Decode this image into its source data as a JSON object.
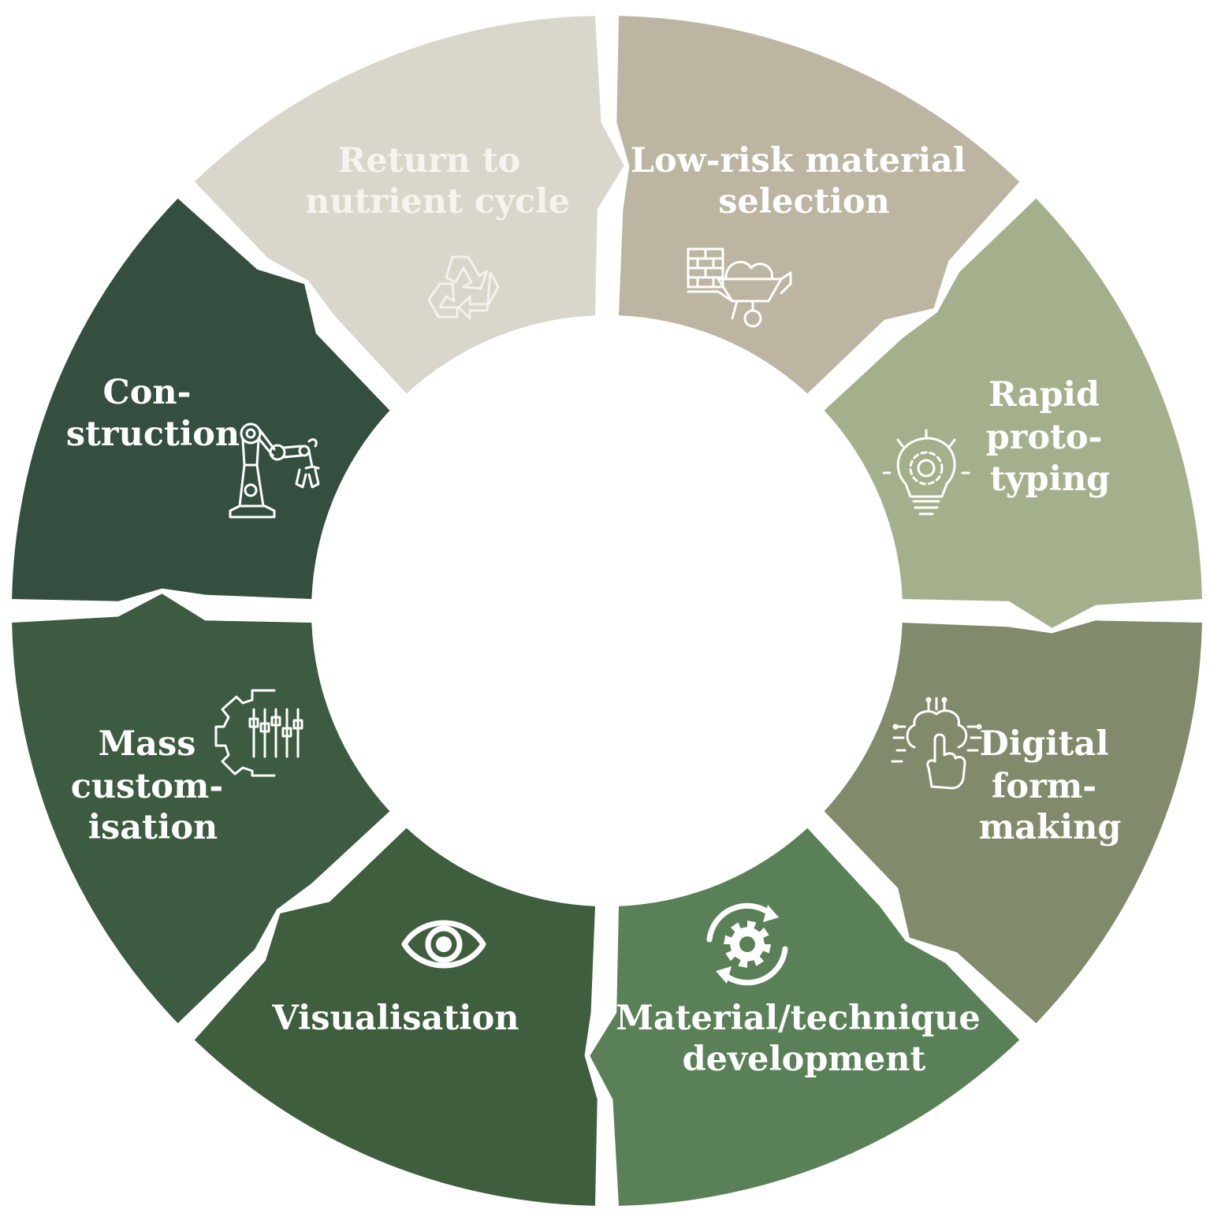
{
  "colors": {
    "background": "#ffffff",
    "gap": "#ffffff",
    "light_text": "#f4f2ec",
    "white_text": "#ffffff"
  },
  "segments": [
    {
      "id": "return-to-nutrient-cycle",
      "lines": [
        "Return to",
        "nutrient cycle"
      ],
      "color": "#d9d6cc",
      "text_color": "#f6f4ee",
      "icon": "recycle-icon"
    },
    {
      "id": "low-risk-material-selection",
      "lines": [
        "Low-risk material",
        "selection"
      ],
      "color": "#bcb5a2",
      "text_color": "#ffffff",
      "icon": "wheelbarrow-bricks-icon"
    },
    {
      "id": "rapid-prototyping",
      "lines": [
        "Rapid",
        "proto-",
        "typing"
      ],
      "color": "#a4b08b",
      "text_color": "#ffffff",
      "icon": "lightbulb-gear-icon"
    },
    {
      "id": "digital-form-making",
      "lines": [
        "Digital",
        "form-",
        "making"
      ],
      "color": "#818b6b",
      "text_color": "#ffffff",
      "icon": "brain-hand-icon"
    },
    {
      "id": "material-technique-development",
      "lines": [
        "Material/technique",
        "development"
      ],
      "color": "#5a8058",
      "text_color": "#ffffff",
      "icon": "gear-cycle-icon"
    },
    {
      "id": "visualisation",
      "lines": [
        "Visualisation"
      ],
      "color": "#3e5e3e",
      "text_color": "#ffffff",
      "icon": "eye-icon"
    },
    {
      "id": "mass-customisation",
      "lines": [
        "Mass",
        "custom-",
        "isation"
      ],
      "color": "#3c5b40",
      "text_color": "#ffffff",
      "icon": "gear-sliders-icon"
    },
    {
      "id": "construction",
      "lines": [
        "Con-",
        "struction"
      ],
      "color": "#344f3f",
      "text_color": "#ffffff",
      "icon": "robot-arm-icon"
    }
  ]
}
